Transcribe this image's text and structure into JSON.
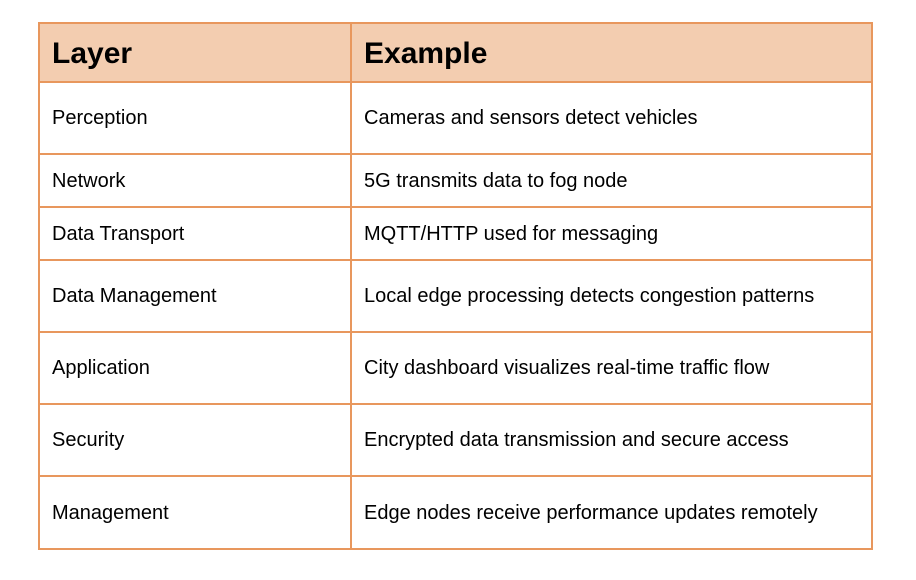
{
  "table": {
    "headers": {
      "layer": "Layer",
      "example": "Example"
    },
    "rows": [
      {
        "layer": "Perception",
        "example": "Cameras and sensors detect vehicles"
      },
      {
        "layer": "Network",
        "example": "5G transmits data to fog node"
      },
      {
        "layer": "Data Transport",
        "example": "MQTT/HTTP used for messaging"
      },
      {
        "layer": "Data Management",
        "example": "Local edge processing detects congestion patterns"
      },
      {
        "layer": "Application",
        "example": "City dashboard visualizes real-time traffic flow"
      },
      {
        "layer": "Security",
        "example": "Encrypted data transmission and secure access"
      },
      {
        "layer": "Management",
        "example": "Edge nodes receive performance updates remotely"
      }
    ]
  },
  "colors": {
    "border": "#e8975d",
    "header_background": "#f3cdb0",
    "text": "#000000",
    "background": "#ffffff"
  }
}
